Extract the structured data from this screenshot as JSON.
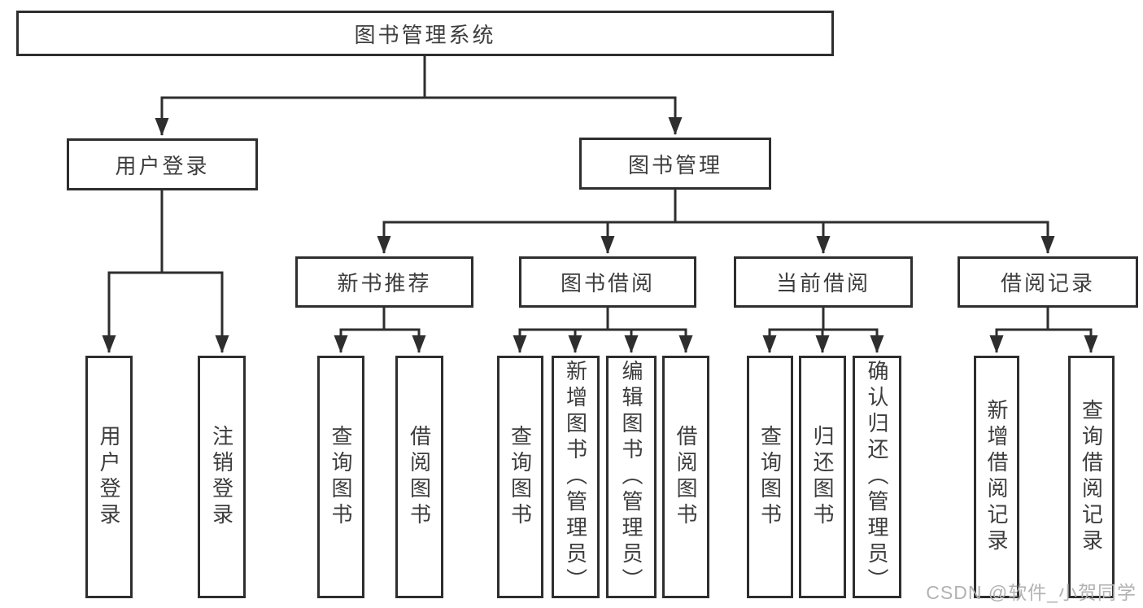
{
  "diagram": {
    "tree": {
      "label": "图书管理系统",
      "children": [
        {
          "label": "用户登录",
          "children": [
            {
              "label": "用户登录"
            },
            {
              "label": "注销登录"
            }
          ]
        },
        {
          "label": "图书管理",
          "children": [
            {
              "label": "新书推荐",
              "children": [
                {
                  "label": "查询图书"
                },
                {
                  "label": "借阅图书"
                }
              ]
            },
            {
              "label": "图书借阅",
              "children": [
                {
                  "label": "查询图书"
                },
                {
                  "label": "新增图书（管理员）"
                },
                {
                  "label": "编辑图书（管理员）"
                },
                {
                  "label": "借阅图书"
                }
              ]
            },
            {
              "label": "当前借阅",
              "children": [
                {
                  "label": "查询图书"
                },
                {
                  "label": "归还图书"
                },
                {
                  "label": "确认归还（管理员）"
                }
              ]
            },
            {
              "label": "借阅记录",
              "children": [
                {
                  "label": "新增借阅记录"
                },
                {
                  "label": "查询借阅记录"
                }
              ]
            }
          ]
        }
      ]
    },
    "colors": {
      "line": "#2e2e2e",
      "box_border": "#2e2e2e",
      "box_fill": "#ffffff",
      "text": "#3d3d3d",
      "watermark_text": "#b2b2b2"
    }
  },
  "watermark": {
    "text": "CSDN @软件_小贺同学"
  }
}
